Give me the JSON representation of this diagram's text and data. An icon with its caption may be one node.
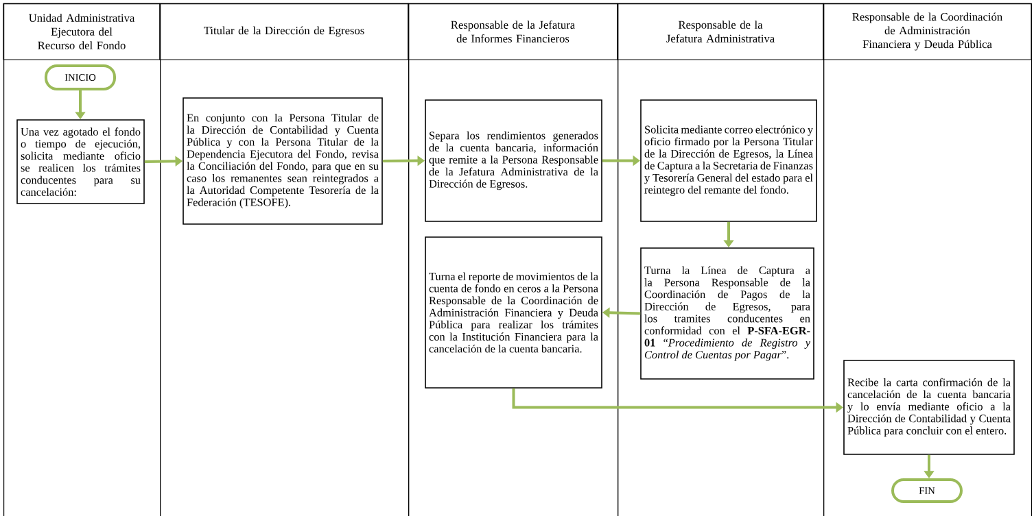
{
  "diagram": {
    "nodes": [
      {
        "text": [
          "Unidad Administrativa Ejecutora del Recurso del Fondo"
        ]
      },
      {
        "text": [
          "Titular de la Dirección de Egresos"
        ]
      },
      {
        "text": [
          "Responsable de la Jefatura de Informes Financieros"
        ]
      },
      {
        "text": [
          "Responsable de la Jefatura Administrativa"
        ]
      },
      {
        "text": [
          "Responsable de la Coordinación de Administración Financiera y Deuda Pública"
        ]
      },
      {
        "text": [
          "INICIO"
        ],
        "in": 0
      },
      {
        "text": [
          "Una vez agotado el fondo o tiempo de ejecución, solicita mediante oficio se realicen los trámites conducentes para su cancelación:"
        ],
        "in": 0
      },
      {
        "text": [
          "En conjunto con la Persona Titular de la Dirección de Contabilidad y Cuenta Pública y con la Persona Titular de la Dependencia Ejecutora del Fondo, revisa la Conciliación del Fondo, para que en su caso los remanentes sean reintegrados a la Autoridad Competente Tesorería de la Federación (TESOFE)."
        ],
        "in": 1
      },
      {
        "text": [
          "Separa los rendimientos generados de la cuenta bancaria, información que remite a la Persona Responsable de la Jefatura Administrativa de la Dirección de Egresos."
        ],
        "in": 2
      },
      {
        "text": [
          "Solicita mediante correo electrónico y oficio firmado por la Persona Titular de la Dirección de Egresos, la Línea de Captura a la Secretaria de Finanzas y Tesorería General del estado para el reintegro del remante del fondo."
        ],
        "in": 3
      },
      {
        "text": [
          "Turna la Línea de Captura a la Persona Responsable de la Coordinación de Pagos de la Dirección de Egresos, para los tramites conducentes en conformidad con el **P-SFA-EGR-01** “*Procedimiento de Registro y Control de Cuentas por Pagar*”."
        ],
        "in": 3
      },
      {
        "text": [
          "Turna el reporte de movimientos de la cuenta de fondo en ceros a la Persona Responsable de la Coordinación de Administración Financiera y Deuda Pública para realizar los trámites con la Institución Financiera para la cancelación de la cuenta bancaria."
        ],
        "in": 2
      },
      {
        "text": [
          "Recibe la carta confirmación de la cancelación de la cuenta bancaria y lo envía mediante oficio a la Dirección de Contabilidad y Cuenta Pública para concluir con el entero."
        ],
        "in": 4
      },
      {
        "text": [
          "FIN"
        ],
        "in": 4
      }
    ],
    "edges": [
      {
        "from": 5,
        "to": 6,
        "arrow": "to"
      },
      {
        "from": 6,
        "to": 7,
        "arrow": "to"
      },
      {
        "from": 7,
        "to": 8,
        "arrow": "to"
      },
      {
        "from": 8,
        "to": 9,
        "arrow": "to"
      },
      {
        "from": 9,
        "to": 10,
        "arrow": "to"
      },
      {
        "from": 10,
        "to": 11,
        "arrow": "to"
      },
      {
        "from": 11,
        "to": 12,
        "arrow": "to"
      },
      {
        "from": 12,
        "to": 13,
        "arrow": "to"
      }
    ]
  }
}
